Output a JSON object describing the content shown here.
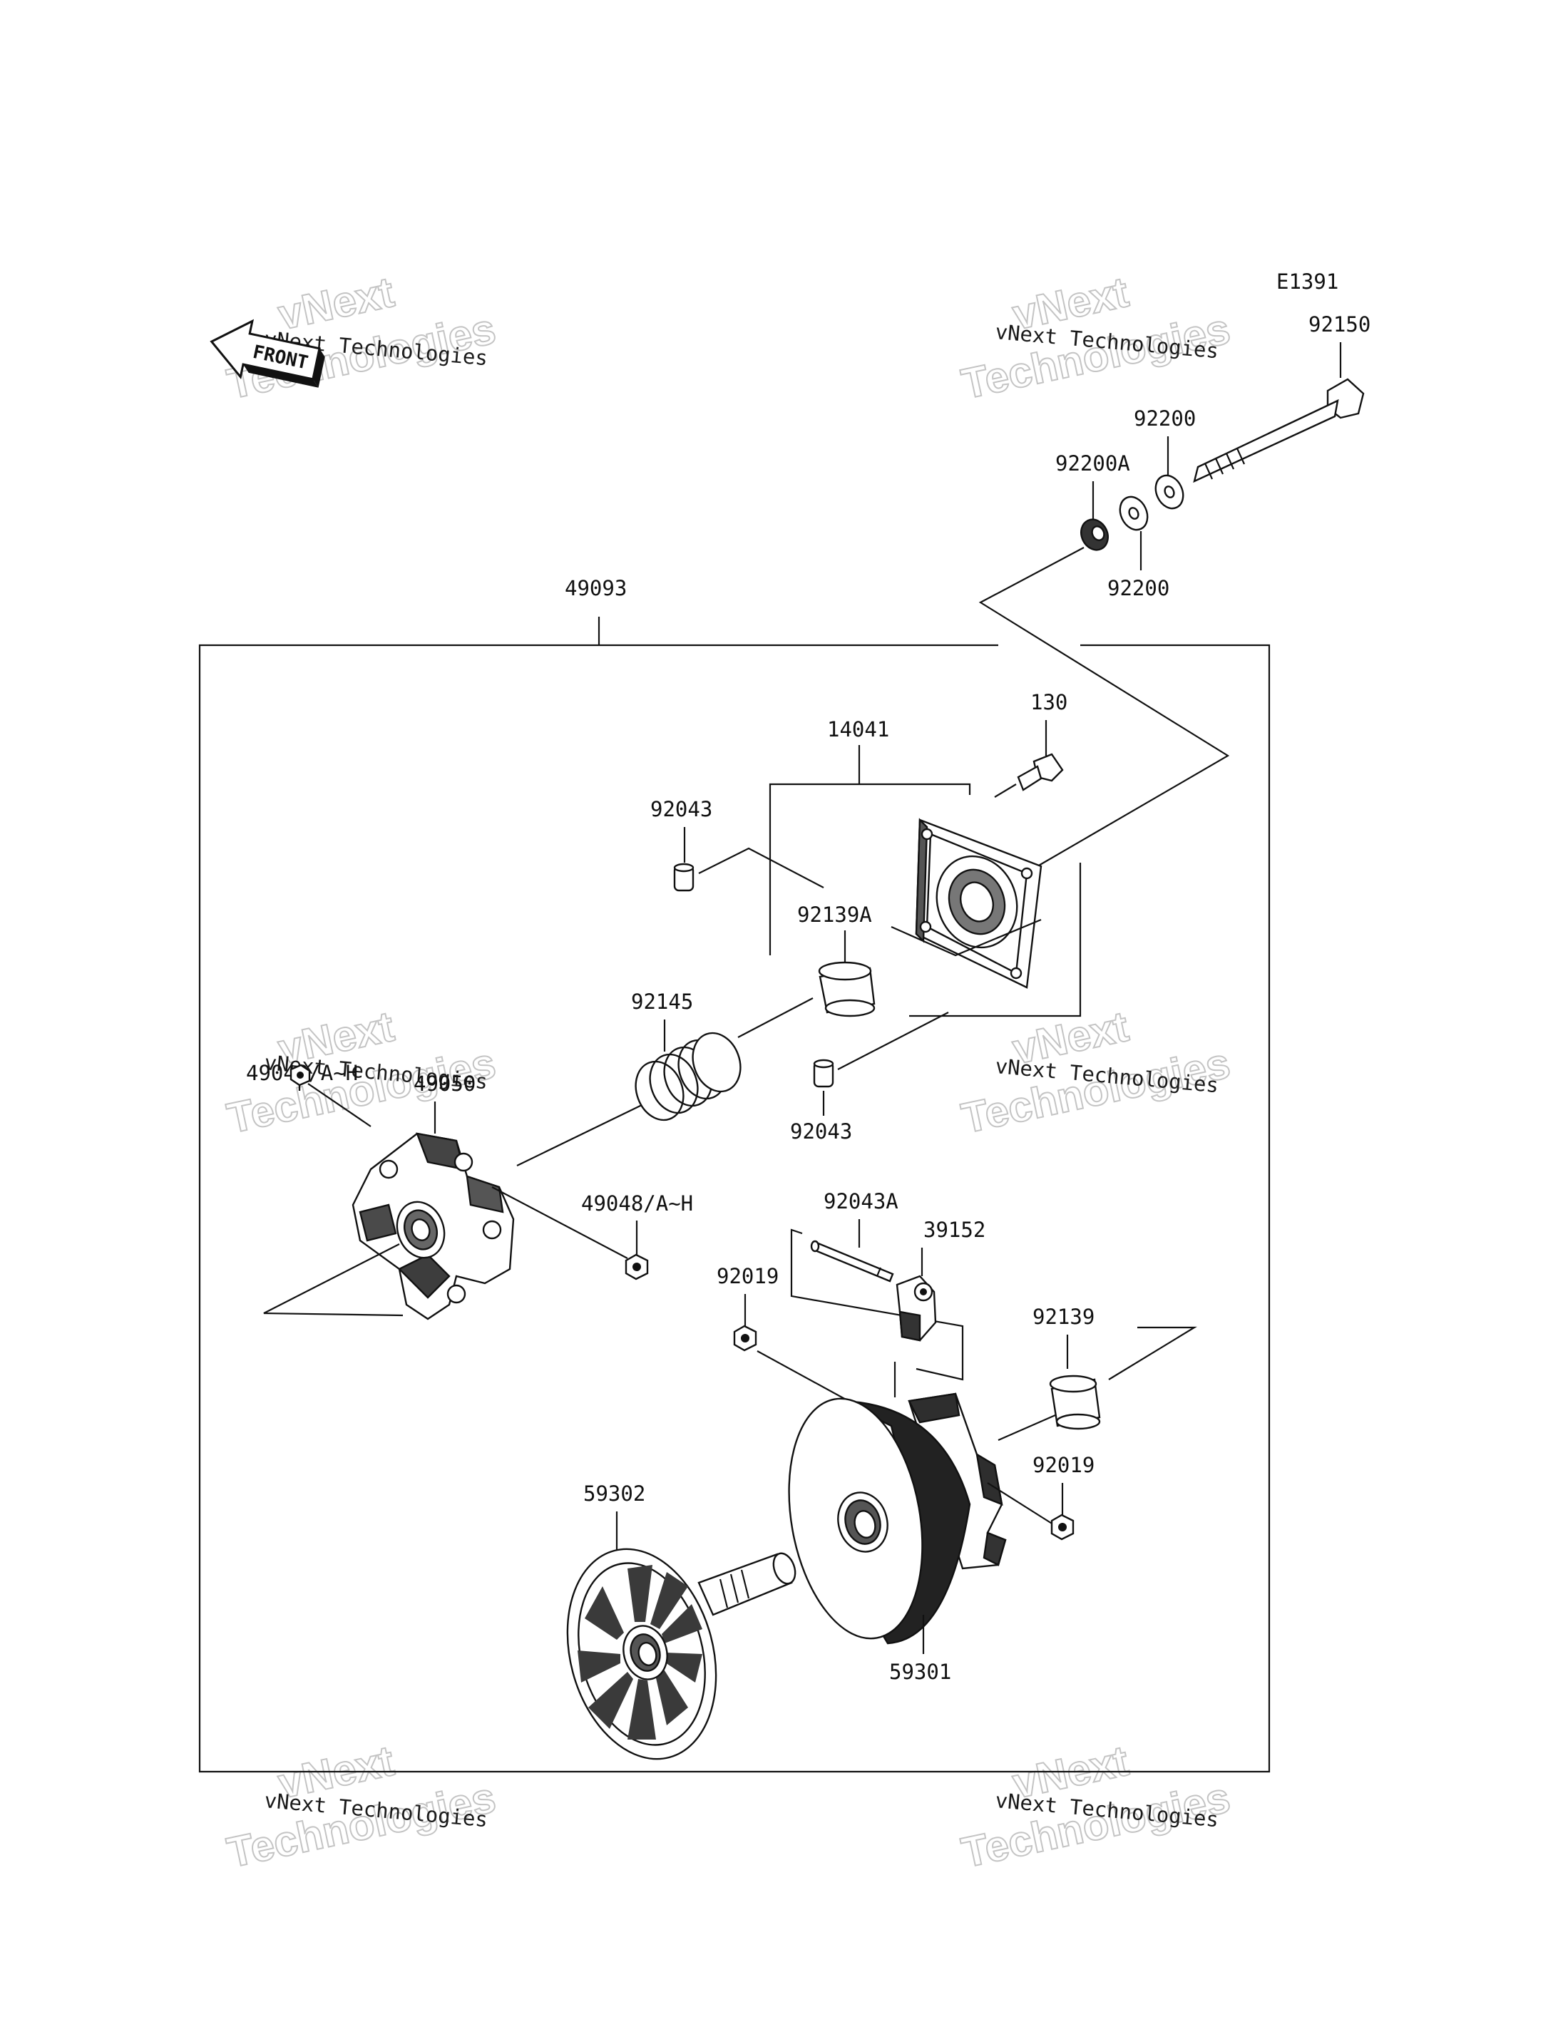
{
  "diagram_code": "E1391",
  "front_label": "FRONT",
  "watermark": {
    "line1": "vNext",
    "line2": "vNext Technologies",
    "line3": "Technologies"
  },
  "parts": {
    "p92150": "92150",
    "p92200_top": "92200",
    "p92200A": "92200A",
    "p92200_bottom": "92200",
    "p49093": "49093",
    "p130": "130",
    "p14041": "14041",
    "p92043_top": "92043",
    "p92139A": "92139A",
    "p49048_left": "49048/A~H",
    "p92145": "92145",
    "p49050": "49050",
    "p92043_bottom": "92043",
    "p49048_mid": "49048/A~H",
    "p92043A": "92043A",
    "p39152": "39152",
    "p92019_left": "92019",
    "p92139": "92139",
    "p92019_right": "92019",
    "p59302": "59302",
    "p59301": "59301"
  }
}
